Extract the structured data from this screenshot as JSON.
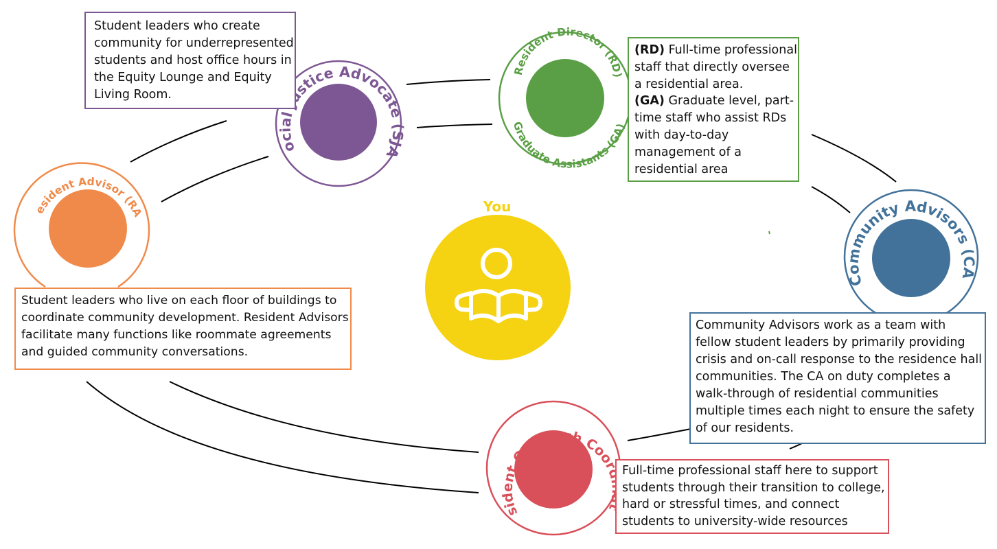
{
  "nodes": {
    "sja": {
      "title": "Social Justice Advocate (SJA)",
      "color": "#7d5793"
    },
    "rd": {
      "title_top": "Resident Director (RD)",
      "title_bottom": "Graduate Assistants (GA)",
      "color": "#5a9f45"
    },
    "ra": {
      "title": "Resident Advisor (RA)",
      "color": "#f08a4b"
    },
    "ca": {
      "title": "Community Advisors (CA)",
      "color": "#42729a"
    },
    "roc": {
      "title": "Resident Outreach Coordinators",
      "color": "#d9505a"
    },
    "you": {
      "label": "You",
      "color": "#f5d312",
      "icon": "reading-person-icon"
    }
  },
  "descriptions": {
    "sja": "Student leaders who create community for underrepresented students and host office hours in the Equity Lounge and Equity Living Room.",
    "rd": {
      "rd_label": "(RD)",
      "rd_text": " Full-time professional staff that directly oversee a residential area.",
      "ga_label": "(GA)",
      "ga_text": " Graduate level, part-time staff who assist RDs with day-to-day management of a residential area"
    },
    "ra": "Student leaders who live on each floor of buildings to coordinate community development. Resident Advisors facilitate many functions like roommate agreements and guided community conversations.",
    "ca": "Community Advisors work as a team with fellow student leaders by primarily providing crisis and on-call response to the residence hall communities. The CA on duty completes a walk-through of residential communities multiple times each night to ensure the safety of our residents.",
    "roc": "Full-time professional staff here to support students through their transition to college, hard or stressful times, and connect students to university-wide resources"
  }
}
